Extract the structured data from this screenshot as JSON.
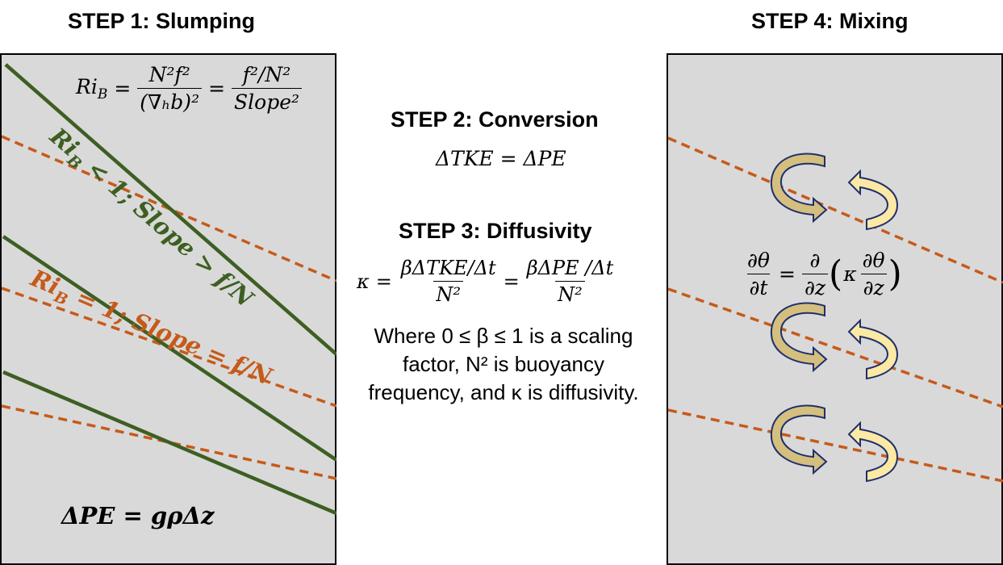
{
  "step1": {
    "title": "STEP 1: Slumping",
    "ri_eq": {
      "lhs": "Ri",
      "lhs_sub": "B",
      "eq": "=",
      "f1_num": "N²f²",
      "f1_den": "(∇ₕb)²",
      "eq2": "=",
      "f2_num": "f²/N²",
      "f2_den": "Slope²"
    },
    "label_green": "Ri_B < 1; Slope > f/N",
    "label_orange": "Ri_B = 1; Slope = f/N",
    "pe_eq": "ΔPE = gρΔz",
    "green_color": "#3d5f22",
    "orange_color": "#c65a1a"
  },
  "step2": {
    "title": "STEP 2: Conversion",
    "equation": "ΔTKE = ΔPE"
  },
  "step3": {
    "title": "STEP 3: Diffusivity",
    "kappa": "κ",
    "eq": "=",
    "f1_num": "βΔTKE/Δt",
    "f1_den": "N²",
    "eq2": "=",
    "f2_num": "βΔPE /Δt",
    "f2_den": "N²",
    "desc_line1": "Where 0 ≤ β ≤ 1 is a scaling",
    "desc_line2": "factor, N² is buoyancy",
    "desc_line3": "frequency, and κ is diffusivity."
  },
  "step4": {
    "title": "STEP 4: Mixing",
    "lhs_num": "∂θ",
    "lhs_den": "∂t",
    "eq": "=",
    "d_num": "∂",
    "d_den": "∂z",
    "kappa": "κ",
    "in_num": "∂θ",
    "in_den": "∂z",
    "arrow_fill": "#d4bf7f",
    "arrow_fill_light": "#fbe9a4",
    "arrow_stroke": "#1f2f6b"
  },
  "panel_color": "#d9d9d9"
}
